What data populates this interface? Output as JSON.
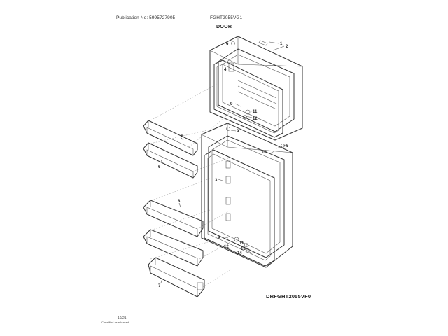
{
  "header": {
    "publication": "Publication No: 5995727905",
    "model": "FGHT2055VG1"
  },
  "title": "DOOR",
  "diagram_code": "DRFGHT2055VF0",
  "footer": {
    "code": "10/21",
    "date": "Classified as released"
  },
  "callouts": [
    {
      "label": "1"
    },
    {
      "label": "2"
    },
    {
      "label": "4"
    },
    {
      "label": "9"
    },
    {
      "label": "9"
    },
    {
      "label": "11"
    },
    {
      "label": "12"
    },
    {
      "label": "6"
    },
    {
      "label": "6"
    },
    {
      "label": "9"
    },
    {
      "label": "5"
    },
    {
      "label": "10"
    },
    {
      "label": "3"
    },
    {
      "label": "8"
    },
    {
      "label": "9"
    },
    {
      "label": "11"
    },
    {
      "label": "12"
    },
    {
      "label": "13"
    },
    {
      "label": "14"
    },
    {
      "label": "7"
    }
  ]
}
